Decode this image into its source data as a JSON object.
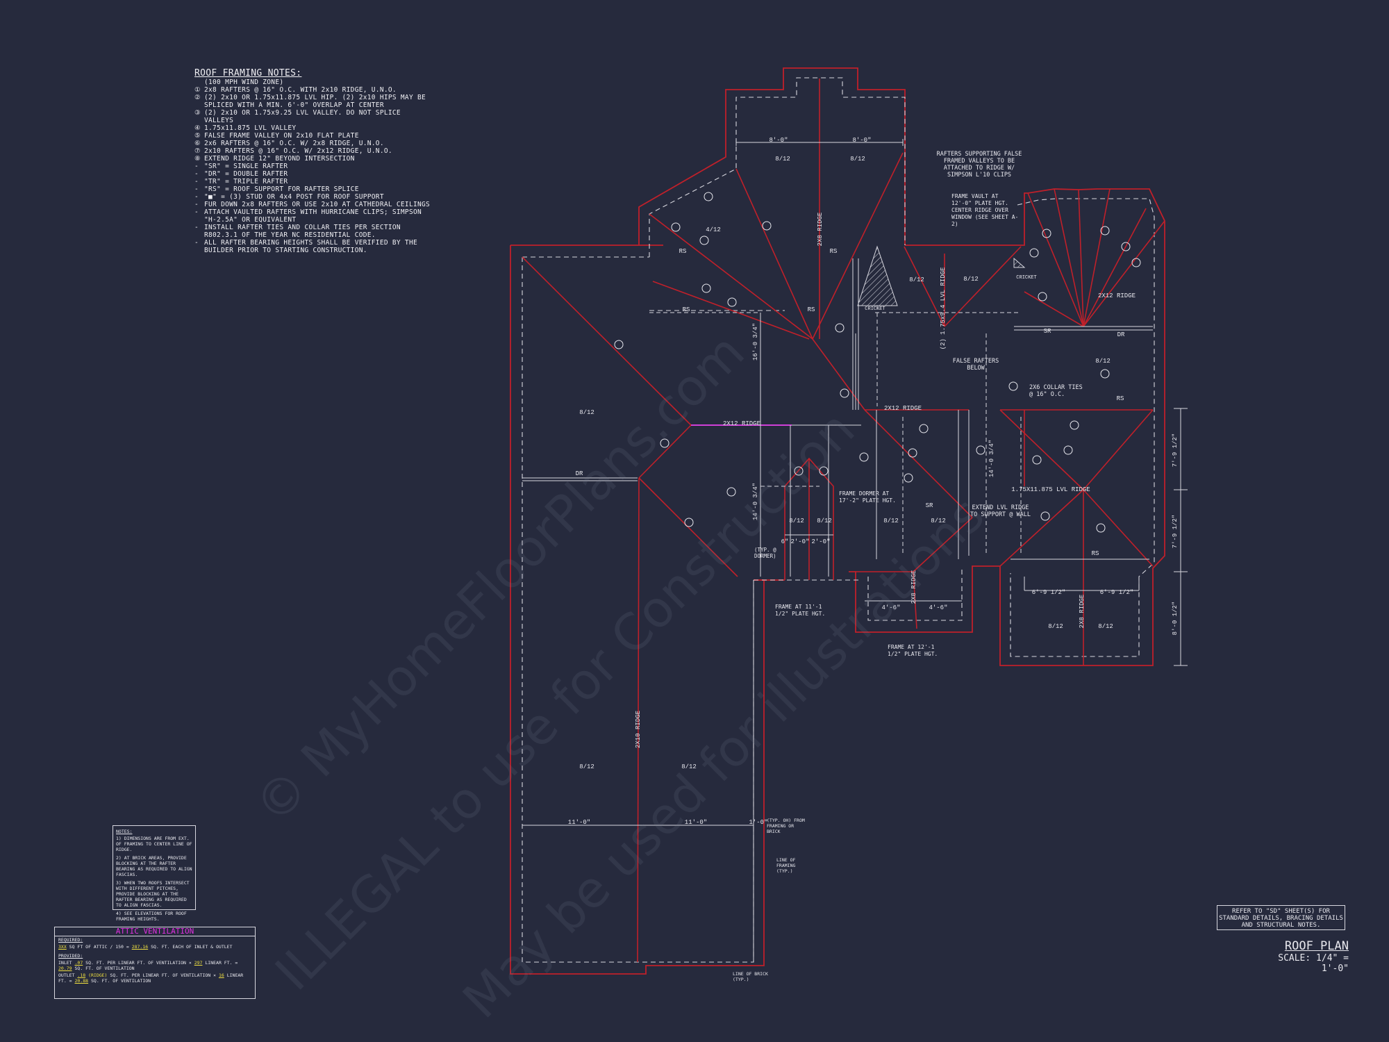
{
  "roof_notes": {
    "title": "ROOF FRAMING NOTES:",
    "items": [
      {
        "num": "",
        "text": "(100 MPH WIND ZONE)"
      },
      {
        "num": "①",
        "text": "2x8 RAFTERS @ 16\" O.C. WITH 2x10 RIDGE, U.N.O."
      },
      {
        "num": "②",
        "text": "(2) 2x10 OR 1.75x11.875 LVL HIP. (2) 2x10 HIPS MAY BE SPLICED WITH A MIN. 6'-0\" OVERLAP AT CENTER"
      },
      {
        "num": "③",
        "text": "(2) 2x10 OR 1.75x9.25 LVL VALLEY. DO NOT SPLICE VALLEYS"
      },
      {
        "num": "④",
        "text": "1.75x11.875 LVL VALLEY"
      },
      {
        "num": "⑤",
        "text": "FALSE FRAME VALLEY ON 2x10 FLAT PLATE"
      },
      {
        "num": "⑥",
        "text": "2x6 RAFTERS @ 16\" O.C. W/ 2x8 RIDGE, U.N.O."
      },
      {
        "num": "⑦",
        "text": "2x10 RAFTERS @ 16\" O.C. W/ 2x12 RIDGE, U.N.O."
      },
      {
        "num": "⑧",
        "text": "EXTEND RIDGE 12\" BEYOND INTERSECTION"
      },
      {
        "num": "-",
        "text": "\"SR\" = SINGLE RAFTER"
      },
      {
        "num": "-",
        "text": "\"DR\" = DOUBLE RAFTER"
      },
      {
        "num": "-",
        "text": "\"TR\" = TRIPLE RAFTER"
      },
      {
        "num": "-",
        "text": "\"RS\" = ROOF SUPPORT FOR RAFTER SPLICE"
      },
      {
        "num": "-",
        "text": "\"■\" = (3) STUD OR 4x4 POST FOR ROOF SUPPORT"
      },
      {
        "num": "-",
        "text": "FUR DOWN 2x8 RAFTERS OR USE 2x10 AT CATHEDRAL CEILINGS"
      },
      {
        "num": "-",
        "text": "ATTACH VAULTED RAFTERS WITH HURRICANE CLIPS; SIMPSON \"H-2.5A\" OR EQUIVALENT"
      },
      {
        "num": "-",
        "text": "INSTALL RAFTER TIES AND COLLAR TIES PER SECTION R802.3.1 OF THE YEAR NC RESIDENTIAL CODE."
      },
      {
        "num": "-",
        "text": "ALL RAFTER BEARING HEIGHTS SHALL BE VERIFIED BY THE BUILDER PRIOR TO STARTING CONSTRUCTION."
      }
    ]
  },
  "general_notes": {
    "title": "NOTES:",
    "n1": "1) DIMENSIONS ARE FROM EXT. OF FRAMING TO CENTER LINE OF RIDGE.",
    "n2": "2) AT BRICK AREAS, PROVIDE BLOCKING AT THE RAFTER BEARING AS REQUIRED TO ALIGN FASCIAS.",
    "n3": "3) WHEN TWO ROOFS INTERSECT WITH DIFFERENT PITCHES, PROVIDE BLOCKING AT THE RAFTER BEARING AS REQUIRED TO ALIGN FASCIAS.",
    "n4": "4) SEE ELEVATIONS FOR ROOF FRAMING HEIGHTS."
  },
  "attic_ventilation": {
    "title": "ATTIC VENTILATION",
    "required_label": "REQUIRED:",
    "required_value": "3XX",
    "required_text1": "SQ FT OF ATTIC / 150 =",
    "required_value2": "287.16",
    "required_text2": "SQ. FT. EACH OF INLET & OUTLET",
    "provided_label": "PROVIDED:",
    "inlet_label": "INLET",
    "inlet_value": ".07",
    "inlet_text1": "SQ. FT. PER LINEAR FT. OF VENTILATION",
    "inlet_value2": "297",
    "inlet_text2": "LINEAR FT. =",
    "inlet_value3": "20.79",
    "inlet_text3": "SQ. FT. OF VENTILATION",
    "outlet_label": "OUTLET",
    "outlet_value": ".18",
    "outlet_note": "(RIDGE)",
    "outlet_text1": "SQ. FT. PER LINEAR FT. OF VENTILATION",
    "outlet_value2": "16",
    "outlet_text2": "LINEAR FT. =",
    "outlet_value3": "20.88",
    "outlet_text3": "SQ. FT. OF VENTILATION"
  },
  "reference_box": {
    "text": "REFER TO \"SD\" SHEET(S) FOR STANDARD DETAILS, BRACING DETAILS AND STRUCTURAL NOTES."
  },
  "page_title": {
    "title": "ROOF PLAN",
    "scale": "SCALE: 1/4\" = 1'-0\""
  },
  "watermarks": [
    "© MyHomeFloorPlans.com",
    "ILLEGAL to use for Construction",
    "May be used for illustrations"
  ],
  "plan_labels": {
    "pitch": "8/12",
    "pitch_low": "4/12",
    "rs": "RS",
    "dr": "DR",
    "sr": "SR",
    "ridge_2x12": "2X12 RIDGE",
    "ridge_2x10": "2X10 RIDGE",
    "ridge_2x8": "2X8 RIDGE",
    "lvl_ridge": "(2) 1.75x9.4 LVL RIDGE",
    "ridge_lvl_right": "1.75X11.875 LVL RIDGE",
    "dim_8_0": "8'-0\"",
    "dim_11_0": "11'-0\"",
    "dim_4_6": "4'-6\"",
    "dim_6_9": "6'-9 1/2\"",
    "dim_2_0": "2'-0\"",
    "dim_6": "6\"",
    "dim_1_0": "1'-0\"",
    "dim_7_9": "7'-9 1/2\"",
    "dim_8_0v": "8'-0 1/2\"",
    "dim_16_0": "16'-0 3/4\"",
    "dim_14_0": "14'-0 3/4\"",
    "dim_14_0b": "14'-0 3/4\"",
    "cricket": "CRICKET",
    "note_rafters_supporting": "RAFTERS SUPPORTING FALSE FRAMED VALLEYS TO BE ATTACHED TO RIDGE W/ SIMPSON L'10 CLIPS",
    "note_frame_vault": "FRAME VAULT AT 12'-0\" PLATE HGT. CENTER RIDGE OVER WINDOW (SEE SHEET A-2)",
    "note_false_rafters": "FALSE RAFTERS BELOW",
    "note_collar_ties": "2X6 COLLAR TIES @ 16\" O.C.",
    "note_extend_lvl": "EXTEND LVL RIDGE TO SUPPORT @ WALL",
    "note_frame_dormer": "FRAME DORMER AT 17'-2\" PLATE HGT.",
    "note_typ_dormer": "(TYP. @ DORMER)",
    "note_frame_11": "FRAME AT 11'-1 1/2\" PLATE HGT.",
    "note_frame_12": "FRAME AT 12'-1 1/2\" PLATE HGT.",
    "note_typ_oh": "(TYP. OH) FROM FRAMING OR BRICK",
    "note_line_framing": "LINE OF FRAMING (TYP.)",
    "note_line_brick": "LINE OF BRICK (TYP.)"
  },
  "colors": {
    "background": "#262a3d",
    "wall": "#c0202a",
    "line": "#d8d8e0",
    "ventilation_title": "#e030e0",
    "highlight": "#f0e040"
  }
}
